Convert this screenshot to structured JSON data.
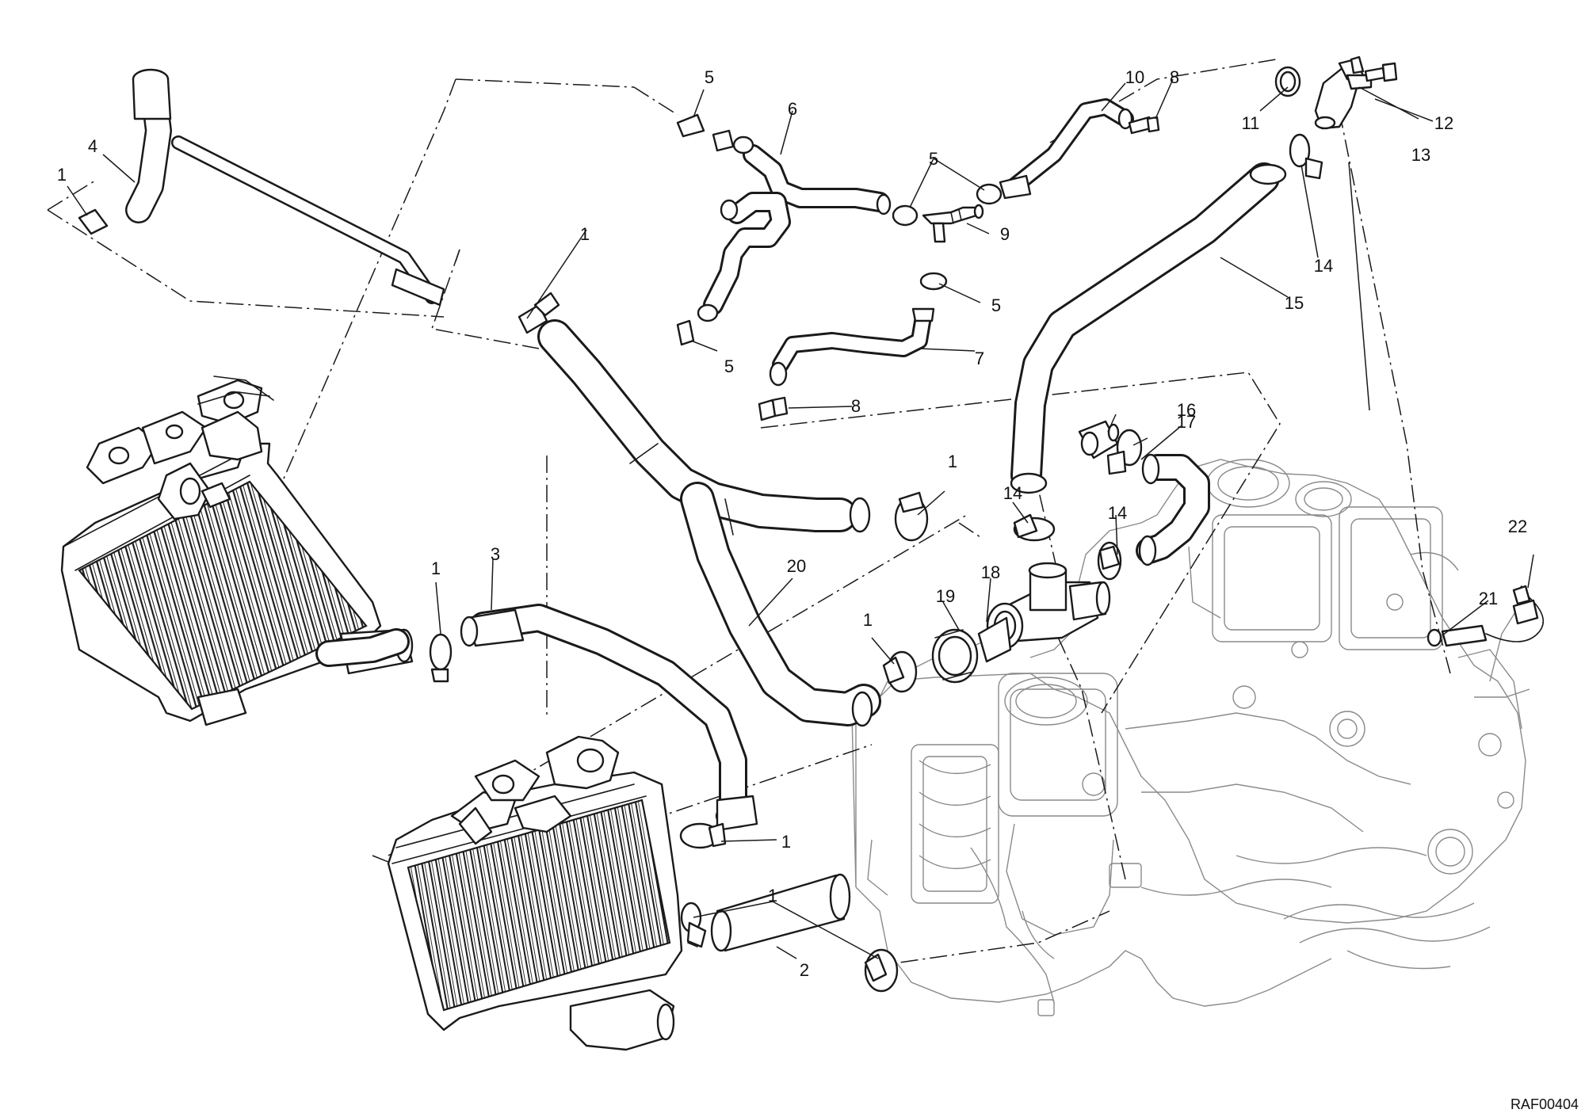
{
  "diagram": {
    "drawing_code": "RAF00404",
    "callouts": [
      "1",
      "2",
      "3",
      "4",
      "5",
      "6",
      "7",
      "8",
      "9",
      "10",
      "11",
      "12",
      "13",
      "14",
      "15",
      "16",
      "17",
      "18",
      "19",
      "20",
      "21",
      "22"
    ]
  }
}
